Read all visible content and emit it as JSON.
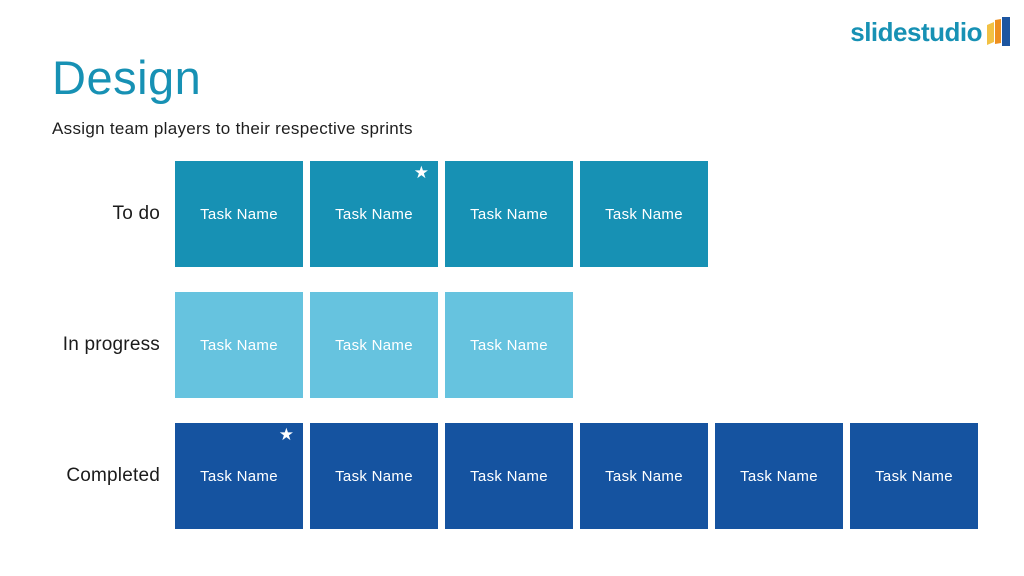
{
  "logo": {
    "text": "slidestudio"
  },
  "header": {
    "title": "Design",
    "subtitle": "Assign team players to their respective sprints"
  },
  "icons": {
    "star": "★"
  },
  "colors": {
    "accent_teal": "#1791B4",
    "todo_card": "#1791B4",
    "in_progress_card": "#66C3DF",
    "completed_card": "#1553A0",
    "logo_yellow": "#F2C144",
    "logo_orange": "#EE8F1F",
    "logo_blue": "#1C55A0",
    "card_text": "#FFFFFF",
    "body_text": "#1E1E1E"
  },
  "board": {
    "rows": [
      {
        "id": "todo",
        "label": "To do",
        "color": "#1791B4",
        "cards": [
          {
            "label": "Task Name",
            "starred": false
          },
          {
            "label": "Task Name",
            "starred": true
          },
          {
            "label": "Task Name",
            "starred": false
          },
          {
            "label": "Task Name",
            "starred": false
          }
        ]
      },
      {
        "id": "in-progress",
        "label": "In progress",
        "color": "#66C3DF",
        "cards": [
          {
            "label": "Task Name",
            "starred": false
          },
          {
            "label": "Task Name",
            "starred": false
          },
          {
            "label": "Task Name",
            "starred": false
          }
        ]
      },
      {
        "id": "completed",
        "label": "Completed",
        "color": "#1553A0",
        "cards": [
          {
            "label": "Task Name",
            "starred": true
          },
          {
            "label": "Task Name",
            "starred": false
          },
          {
            "label": "Task Name",
            "starred": false
          },
          {
            "label": "Task Name",
            "starred": false
          },
          {
            "label": "Task Name",
            "starred": false
          },
          {
            "label": "Task Name",
            "starred": false
          }
        ]
      }
    ]
  }
}
